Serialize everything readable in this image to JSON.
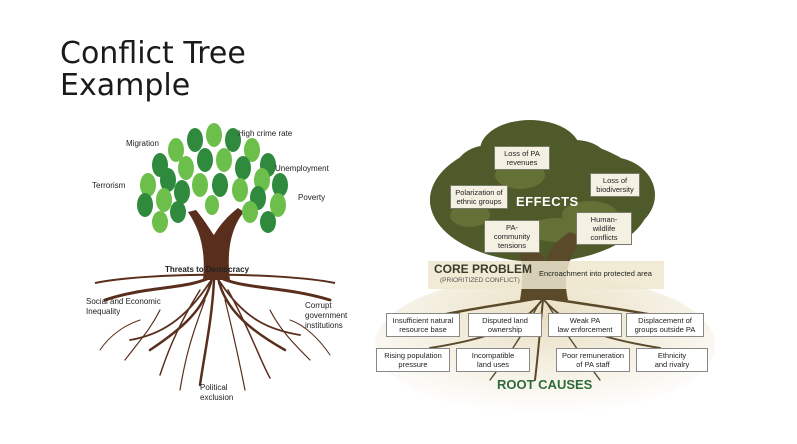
{
  "title": {
    "line1": "Conflict Tree",
    "line2": "Example"
  },
  "left_tree": {
    "center_label": "Threats to Democracy",
    "effects": [
      "Migration",
      "High crime rate",
      "Unemployment",
      "Terrorism",
      "Poverty"
    ],
    "roots": {
      "left": [
        "Social and Economic",
        "Inequality"
      ],
      "right": [
        "Corrupt",
        "government",
        "institutions"
      ],
      "bottom": [
        "Political",
        "exclusion"
      ]
    }
  },
  "right_tree": {
    "effects_title": "EFFECTS",
    "effects": [
      [
        "Loss of PA",
        "revenues"
      ],
      [
        "Polarization of",
        "ethnic groups"
      ],
      [
        "Loss of",
        "biodiversity"
      ],
      [
        "Human-wildlife",
        "conflicts"
      ],
      [
        "PA-community",
        "tensions"
      ]
    ],
    "core_title": "CORE PROBLEM",
    "core_subtitle": "(PRIORITIZED CONFLICT)",
    "core_problem": "Encroachment into protected area",
    "causes_row1": [
      [
        "Insufficient natural",
        "resource base"
      ],
      [
        "Disputed land",
        "ownership"
      ],
      [
        "Weak PA",
        "law enforcement"
      ],
      [
        "Displacement of",
        "groups outside PA"
      ]
    ],
    "causes_row2": [
      [
        "Rising population",
        "pressure"
      ],
      [
        "Incompatible",
        "land uses"
      ],
      [
        "Poor remuneration",
        "of PA staff"
      ],
      [
        "Ethnicity",
        "and rivalry"
      ]
    ],
    "root_title": "ROOT CAUSES"
  }
}
